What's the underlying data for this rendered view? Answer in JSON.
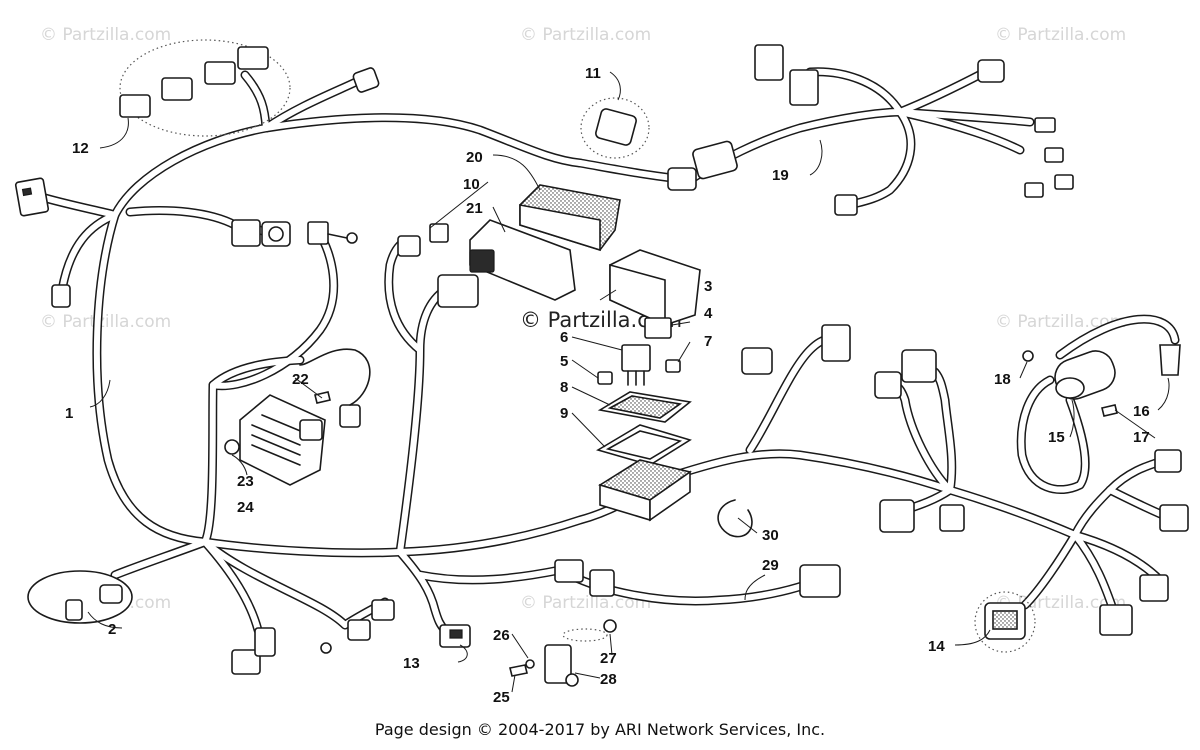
{
  "watermark": "© Partzilla.com",
  "credit": "Page design © 2004-2017 by ARI Network Services, Inc.",
  "callouts": {
    "c1": "1",
    "c2": "2",
    "c3": "3",
    "c4": "4",
    "c5": "5",
    "c6": "6",
    "c7": "7",
    "c8": "8",
    "c9": "9",
    "c10": "10",
    "c11": "11",
    "c12": "12",
    "c13": "13",
    "c14": "14",
    "c15": "15",
    "c16": "16",
    "c17": "17",
    "c18": "18",
    "c19": "19",
    "c20": "20",
    "c21": "21",
    "c22": "22",
    "c23": "23",
    "c24": "24",
    "c25": "25",
    "c26": "26",
    "c27": "27",
    "c28": "28",
    "c29": "29",
    "c30": "30"
  }
}
